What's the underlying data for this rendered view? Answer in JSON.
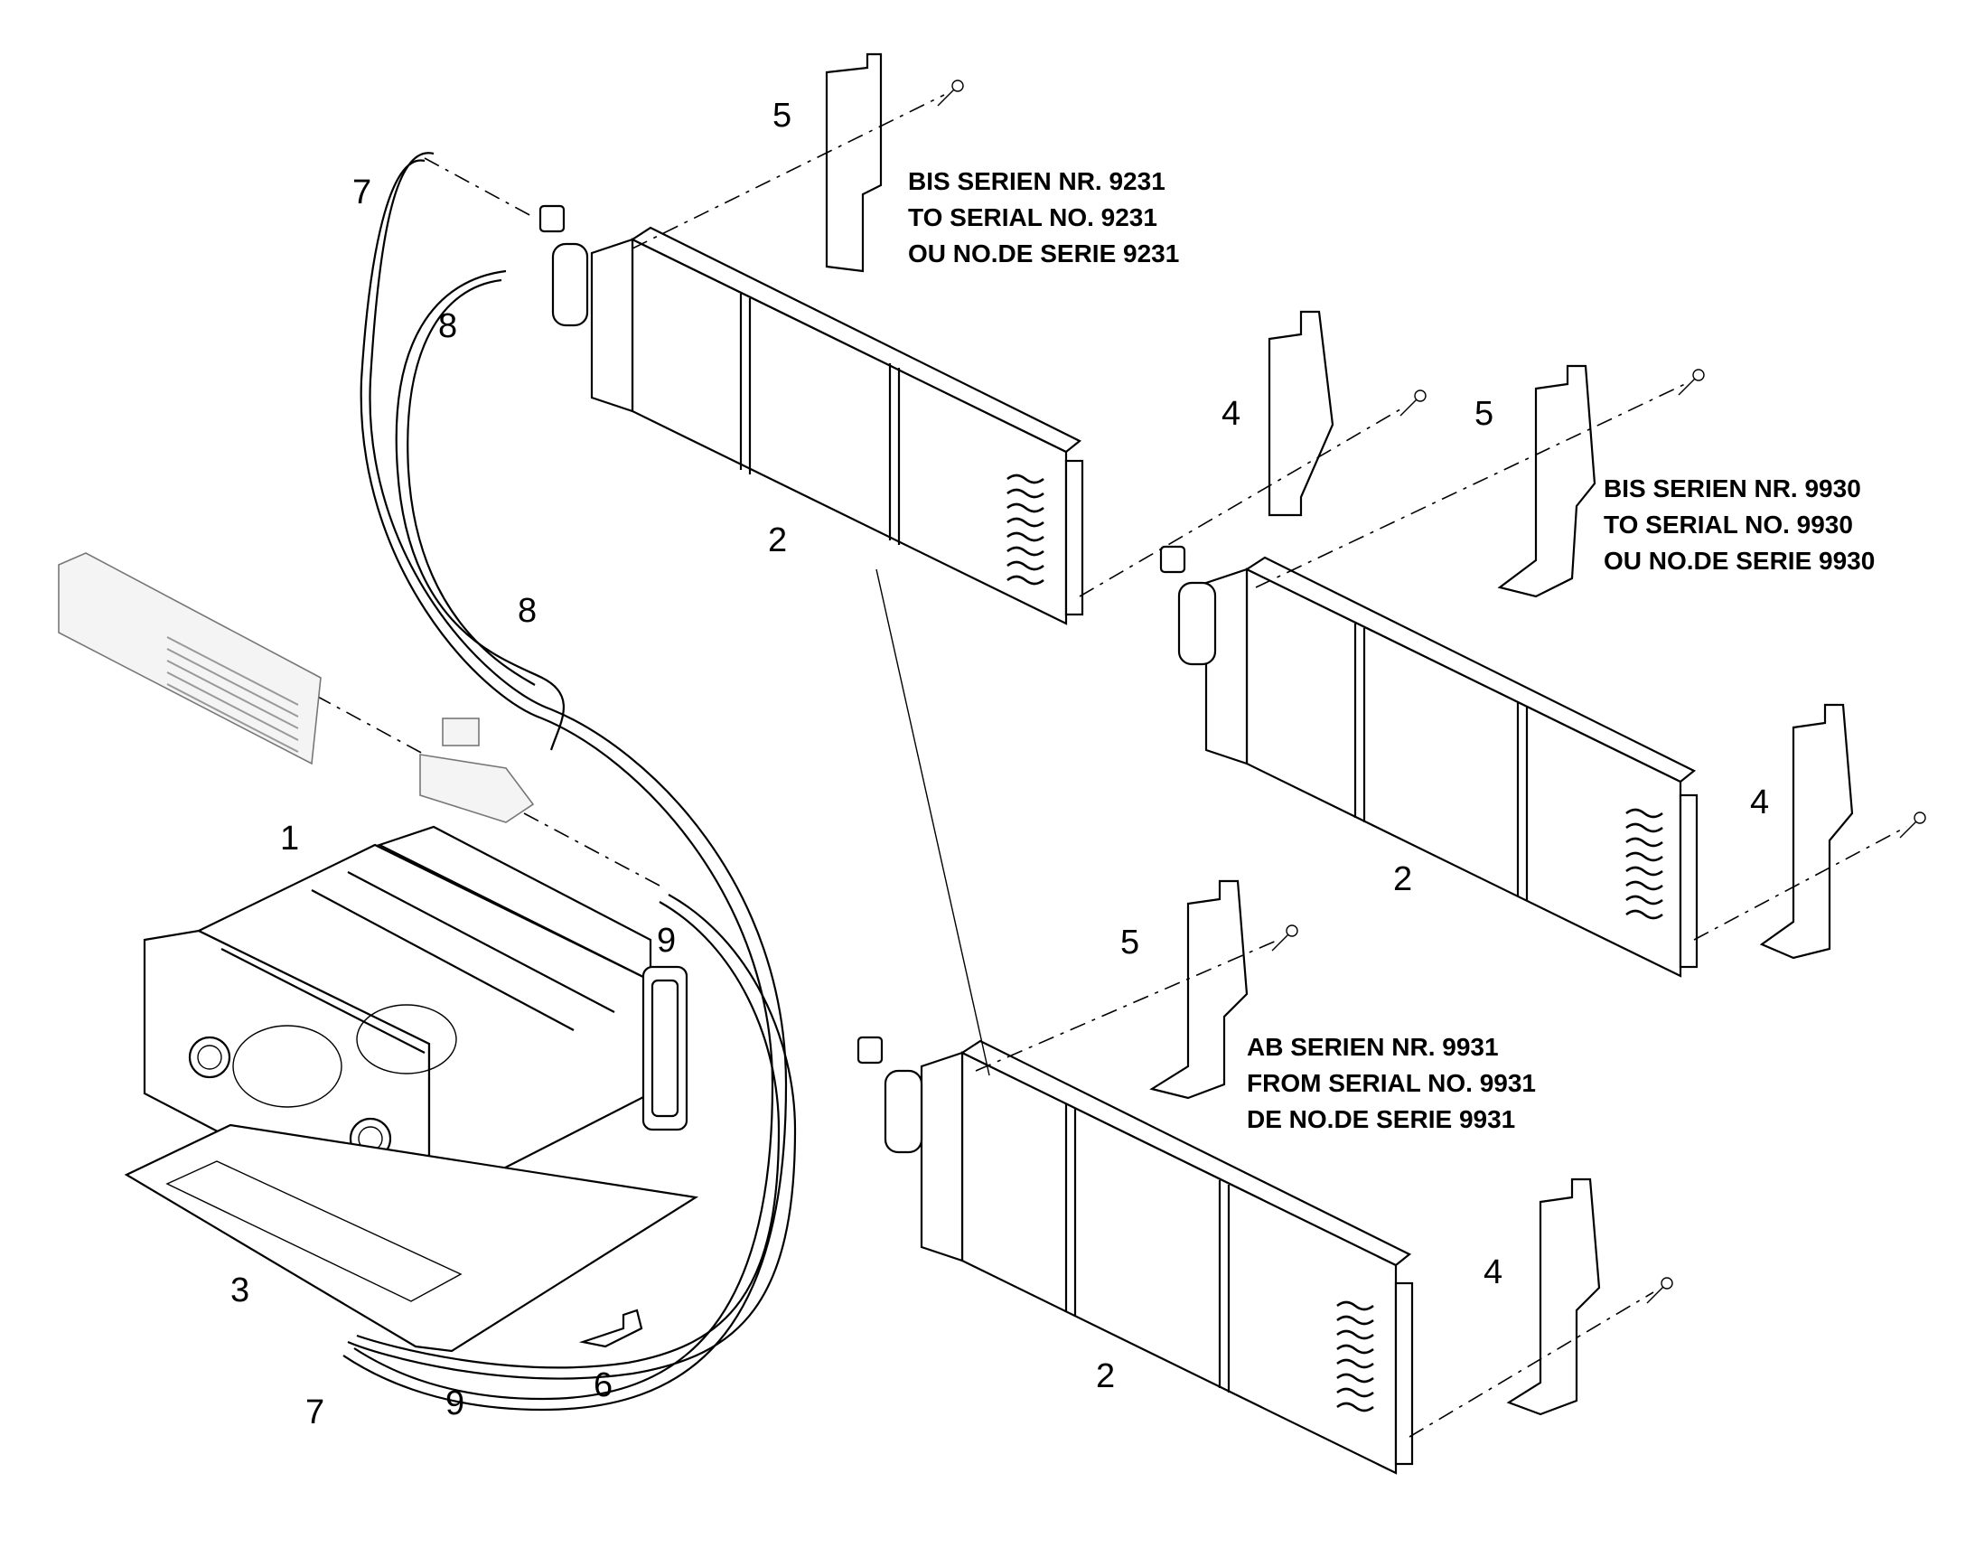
{
  "callouts": {
    "c1": "1",
    "c2a": "2",
    "c2b": "2",
    "c2c": "2",
    "c3": "3",
    "c4a": "4",
    "c4b": "4",
    "c4c": "4",
    "c5a": "5",
    "c5b": "5",
    "c5c": "5",
    "c6": "6",
    "c7a": "7",
    "c7b": "7",
    "c8a": "8",
    "c8b": "8",
    "c9a": "9",
    "c9b": "9"
  },
  "notes": {
    "top": [
      "BIS SERIEN NR. 9231",
      "TO SERIAL NO. 9231",
      "OU NO.DE SERIE 9231"
    ],
    "middle": [
      "BIS SERIEN NR. 9930",
      "TO SERIAL NO. 9930",
      "OU NO.DE SERIE 9930"
    ],
    "bottom": [
      "AB SERIEN NR. 9931",
      "FROM SERIAL NO. 9931",
      "DE NO.DE SERIE 9931"
    ]
  }
}
